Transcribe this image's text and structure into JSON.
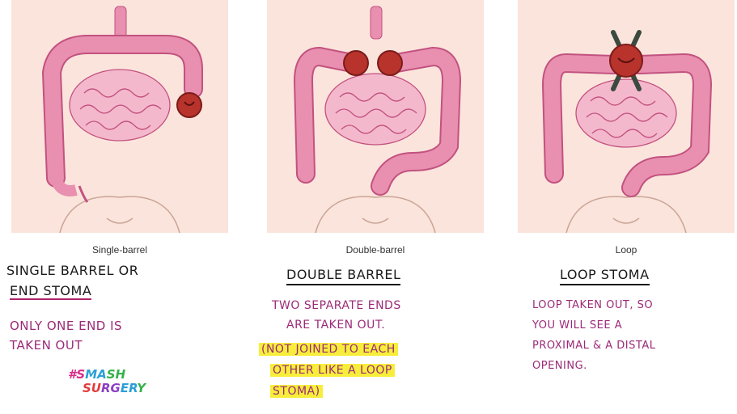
{
  "panels": [
    {
      "caption": "Single-barrel",
      "heading_line1": "SINGLE BARREL OR",
      "heading_line2": "END STOMA",
      "note_line1": "ONLY ONE END IS",
      "note_line2": "TAKEN OUT"
    },
    {
      "caption": "Double-barrel",
      "heading": "DOUBLE BARREL",
      "note_line1": "TWO SEPARATE ENDS",
      "note_line2": "ARE TAKEN OUT.",
      "highlight_line1": "(NOT JOINED TO EACH",
      "highlight_line2": "OTHER LIKE A LOOP",
      "highlight_line3": "STOMA)"
    },
    {
      "caption": "Loop",
      "heading": "LOOP STOMA",
      "note_line1": "LOOP TAKEN OUT, SO",
      "note_line2": "YOU WILL SEE A",
      "note_line3": "PROXIMAL & A DISTAL",
      "note_line4": "OPENING."
    }
  ],
  "tag": {
    "line1": "#SMASH",
    "line2": "SURGERY"
  },
  "colors": {
    "skin": "#fbe4dc",
    "bowel": "#e98fb0",
    "bowel_dark": "#c2527f",
    "stoma": "#b8332c",
    "clamp": "#3b4a3f",
    "ink_purple": "#9c2a78",
    "highlight": "#f7ee3b"
  }
}
